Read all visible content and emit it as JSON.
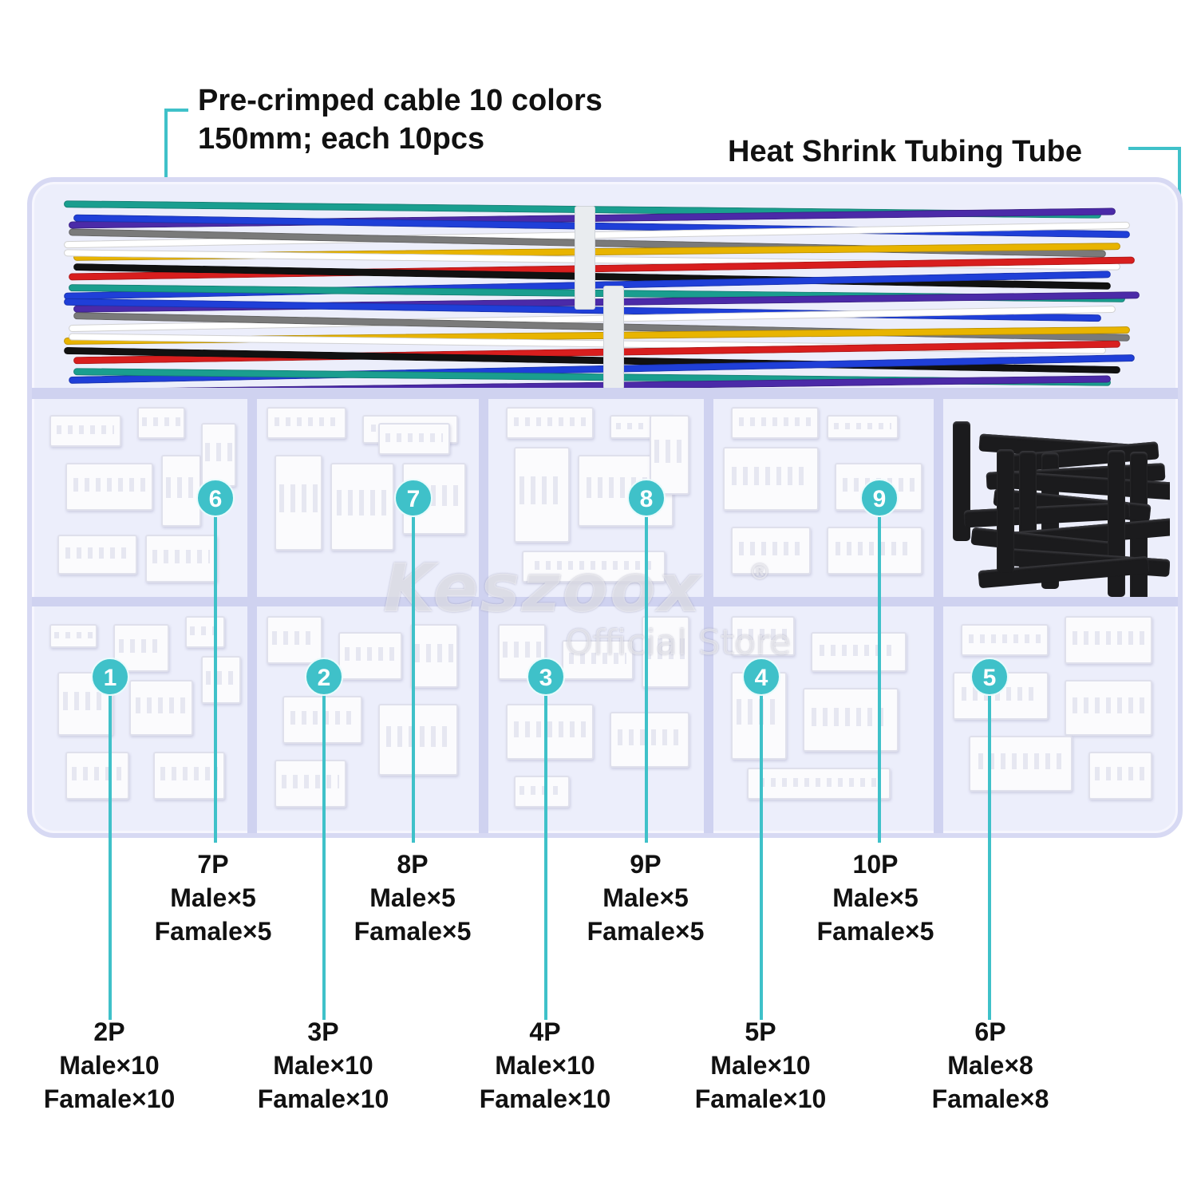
{
  "callouts": {
    "cable_line1": "Pre-crimped cable 10 colors",
    "cable_line2": "150mm; each 10pcs",
    "tube": "Heat Shrink Tubing Tube"
  },
  "watermark": {
    "brand": "Keszoox",
    "mark": "®",
    "sub": "Official Store"
  },
  "compartments": [
    {
      "badge": "1",
      "pins": "2P",
      "male": "Male×10",
      "female": "Famale×10"
    },
    {
      "badge": "2",
      "pins": "3P",
      "male": "Male×10",
      "female": "Famale×10"
    },
    {
      "badge": "3",
      "pins": "4P",
      "male": "Male×10",
      "female": "Famale×10"
    },
    {
      "badge": "4",
      "pins": "5P",
      "male": "Male×10",
      "female": "Famale×10"
    },
    {
      "badge": "5",
      "pins": "6P",
      "male": "Male×8",
      "female": "Famale×8"
    },
    {
      "badge": "6",
      "pins": "7P",
      "male": "Male×5",
      "female": "Famale×5"
    },
    {
      "badge": "7",
      "pins": "8P",
      "male": "Male×5",
      "female": "Famale×5"
    },
    {
      "badge": "8",
      "pins": "9P",
      "male": "Male×5",
      "female": "Famale×5"
    },
    {
      "badge": "9",
      "pins": "10P",
      "male": "Male×5",
      "female": "Famale×5"
    }
  ],
  "wire_colors": [
    "#1a9e8f",
    "#4b2aa8",
    "#1f3fd8",
    "#ffffff",
    "#7a7a7a",
    "#e8b400",
    "#ffffff",
    "#d81e1e",
    "#111111",
    "#1f3fd8"
  ],
  "accent_color": "#3fc1c9"
}
